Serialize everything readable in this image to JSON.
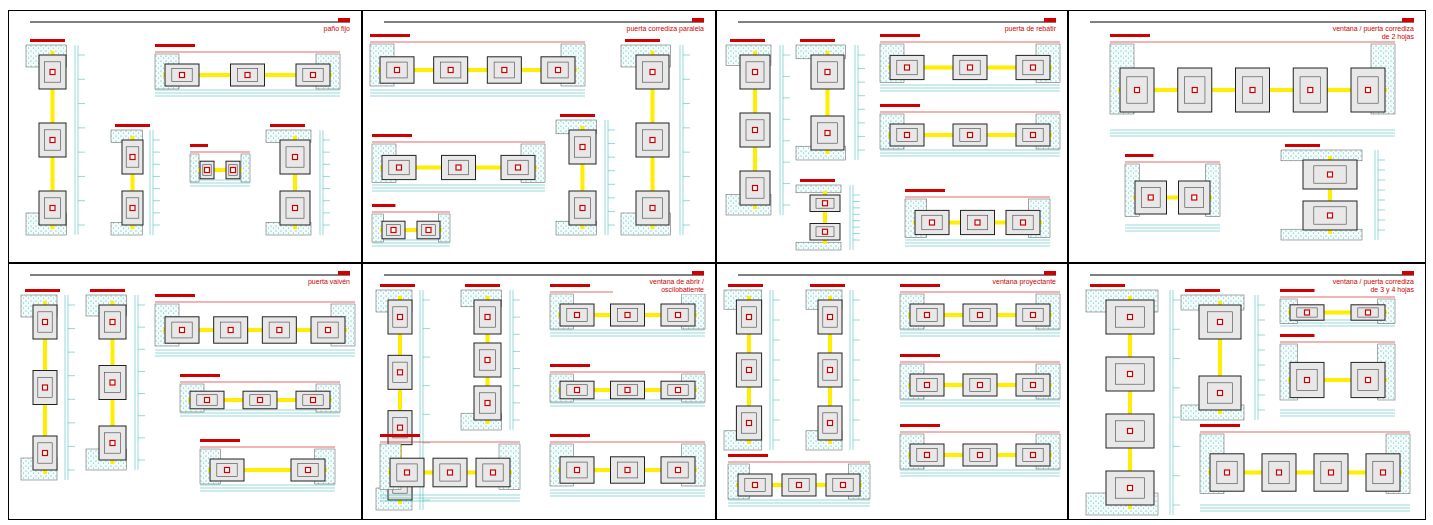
{
  "diagram": {
    "nodes": [
      {
        "text": [
          "paño fijo"
        ]
      },
      {
        "text": [
          "puerta corrediza paralela"
        ]
      },
      {
        "text": [
          "puerta de rebatir"
        ]
      },
      {
        "text": [
          "ventana / puerta corrediza de 2 hojas"
        ]
      },
      {
        "text": [
          "puerta vaivén"
        ]
      },
      {
        "text": [
          "ventana de abrir / oscilobatiente"
        ]
      },
      {
        "text": [
          "ventana proyectante"
        ]
      },
      {
        "text": [
          "ventana / puerta corrediza de 3 y 4 hojas"
        ]
      }
    ]
  }
}
